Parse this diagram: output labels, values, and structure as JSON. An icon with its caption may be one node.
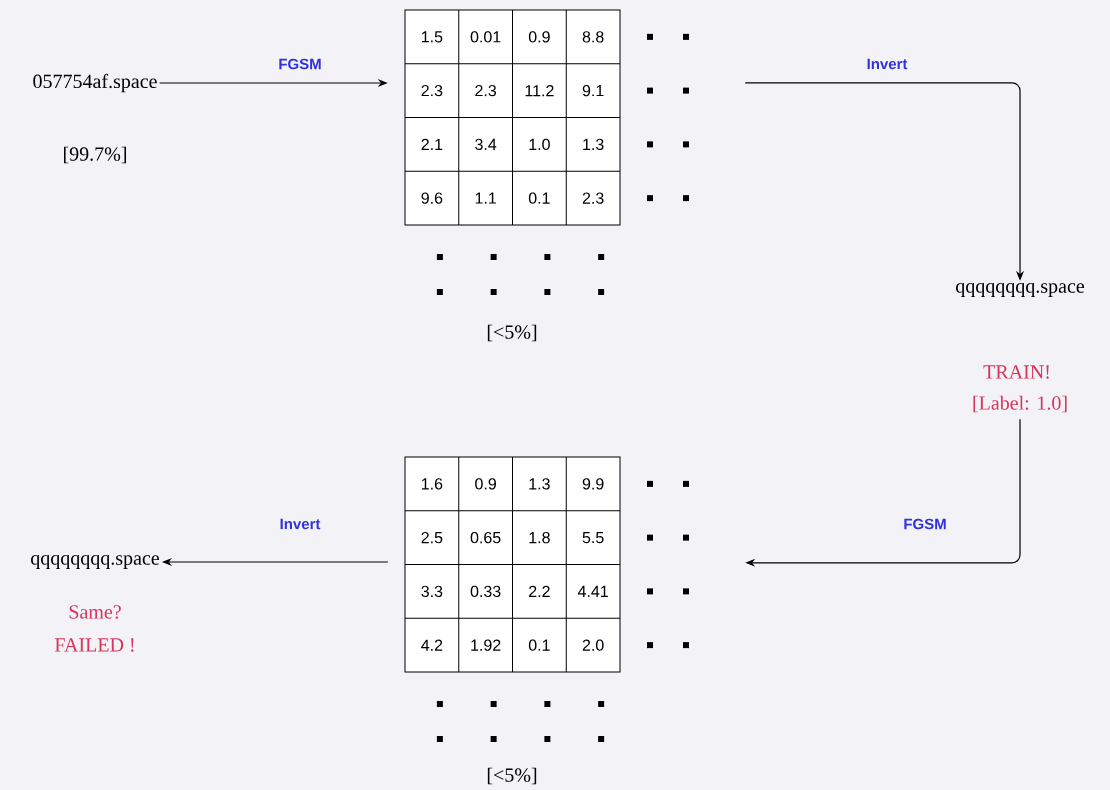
{
  "diagram": {
    "nodes": [
      {
        "text": [
          "057754af.space"
        ],
        "beside": [
          "[99.7%]"
        ]
      },
      {
        "text": [
          "1.5",
          "0.01",
          "0.9",
          "8.8",
          "2.3",
          "2.3",
          "11.2",
          "9.1",
          "2.1",
          "3.4",
          "1.0",
          "1.3",
          "9.6",
          "1.1",
          "0.1",
          "2.3"
        ],
        "beside": [
          "[<5%]"
        ]
      },
      {
        "text": [
          "qqqqqqqq.space"
        ],
        "beside": [
          "TRAIN!",
          "[Label: 1.0]"
        ]
      },
      {
        "text": [
          "1.6",
          "0.9",
          "1.3",
          "9.9",
          "2.5",
          "0.65",
          "1.8",
          "5.5",
          "3.3",
          "0.33",
          "2.2",
          "4.41",
          "4.2",
          "1.92",
          "0.1",
          "2.0"
        ],
        "beside": [
          "[<5%]"
        ]
      },
      {
        "text": [
          "qqqqqqqq.space"
        ],
        "beside": [
          "Same?",
          "FAILED !"
        ]
      }
    ],
    "edges": [
      {
        "from": 0,
        "to": 1,
        "arrow": "to",
        "label": "FGSM"
      },
      {
        "from": 1,
        "to": 2,
        "arrow": "to",
        "label": "Invert"
      },
      {
        "from": 2,
        "to": 3,
        "arrow": "to",
        "label": "FGSM"
      },
      {
        "from": 3,
        "to": 4,
        "arrow": "to",
        "label": "Invert"
      }
    ]
  }
}
